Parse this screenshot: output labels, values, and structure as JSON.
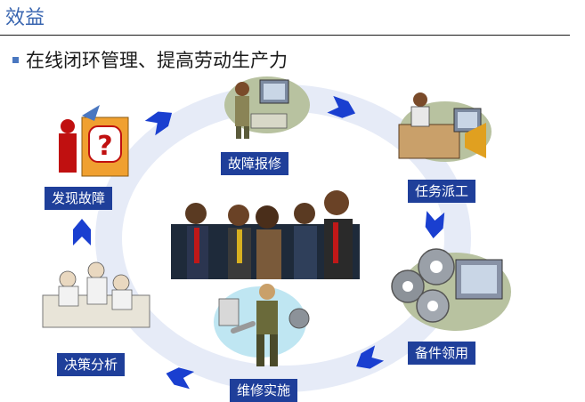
{
  "title": "效益",
  "subtitle": "在线闭环管理、提高劳动生产力",
  "steps": [
    {
      "label": "故障报修"
    },
    {
      "label": "任务派工"
    },
    {
      "label": "备件领用"
    },
    {
      "label": "维修实施"
    },
    {
      "label": "决策分析"
    },
    {
      "label": "发现故障"
    }
  ],
  "colors": {
    "title": "#3a66b0",
    "label_bg": "#1f3f9a",
    "arrow": "#1a3fd0",
    "ring": "#e6ebf7"
  }
}
